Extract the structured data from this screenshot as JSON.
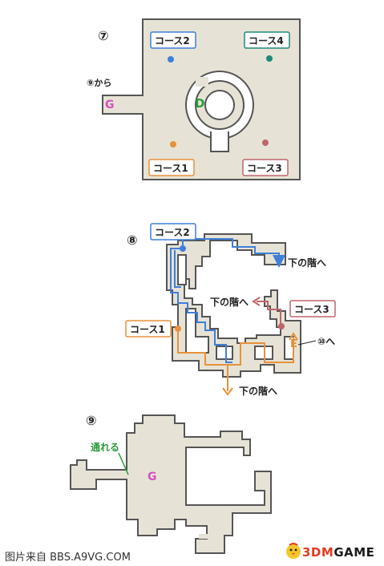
{
  "maps": {
    "m7": {
      "number": "⑦",
      "from_label": "⑨から",
      "g_mark": "G",
      "d_mark": "D",
      "course1": "コース1",
      "course2": "コース2",
      "course3": "コース3",
      "course4": "コース4"
    },
    "m8": {
      "number": "⑧",
      "course1": "コース1",
      "course2": "コース2",
      "course3": "コース3",
      "down1": "下の階へ",
      "down2": "下の階へ",
      "down3": "下の階へ",
      "to10": "⑩へ",
      "e_mark": "E"
    },
    "m9": {
      "number": "⑨",
      "passable": "通れる",
      "g_mark": "G"
    }
  },
  "footer": {
    "source": "图片来自 BBS.A9VG.COM",
    "brand_prefix": "3DM",
    "brand_suffix": "GAME"
  },
  "colors": {
    "floor": "#e6e3d6",
    "wall": "#555555",
    "course1": "#e8913a",
    "course2": "#3f7fd8",
    "course3": "#c0646a",
    "course4": "#1f8a7a",
    "g_mark": "#d84fbf",
    "d_mark": "#2a9a3a",
    "passable": "#2a9a3a"
  }
}
